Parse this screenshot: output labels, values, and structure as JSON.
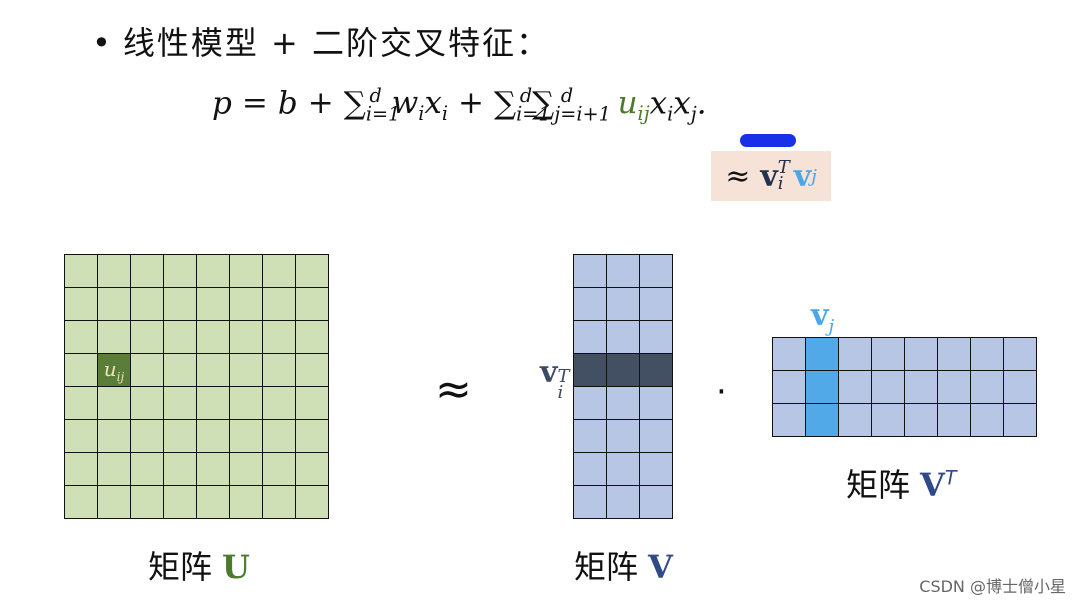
{
  "title": {
    "bullet": "•",
    "text": "线性模型 + 二阶交叉特征："
  },
  "formula": {
    "p": "p",
    "eq": "=",
    "b": "b",
    "plus": "+",
    "sum": "∑",
    "i_eq_1": "i=1",
    "d": "d",
    "w": "w",
    "x": "x",
    "i": "i",
    "j_eq_i1": "j=i+1",
    "u": "u",
    "ij": "ij",
    "j": "j",
    "period": "."
  },
  "approx_box": {
    "approx": "≈",
    "v": "v",
    "i": "i",
    "T": "T",
    "j": "j"
  },
  "diagram": {
    "approx_symbol": "≈",
    "dot_symbol": "·",
    "u_cell_label": "u",
    "u_cell_sub": "ij",
    "vi_label": "v",
    "vi_sub": "i",
    "vi_sup": "T",
    "vj_label": "v",
    "vj_sub": "j"
  },
  "matrices": {
    "U": {
      "label_cn": "矩阵",
      "symbol": "U",
      "rows": 8,
      "cols": 8,
      "highlight_row": 3,
      "highlight_col": 1
    },
    "V": {
      "label_cn": "矩阵",
      "symbol": "V",
      "rows": 8,
      "cols": 3,
      "highlight_row": 3
    },
    "VT": {
      "label_cn": "矩阵",
      "symbol": "V",
      "sup": "T",
      "rows": 3,
      "cols": 8,
      "highlight_col": 1
    }
  },
  "colors": {
    "u_cell": "#cfe0b7",
    "u_highlight": "#5b7d3a",
    "v_cell": "#b8c6e6",
    "v_highlight_row": "#434f63",
    "vt_highlight_col": "#52a9e8",
    "approx_box_bg": "#f6e2d6",
    "underline": "#1a30e8"
  },
  "watermark": "CSDN @博士僧小星"
}
